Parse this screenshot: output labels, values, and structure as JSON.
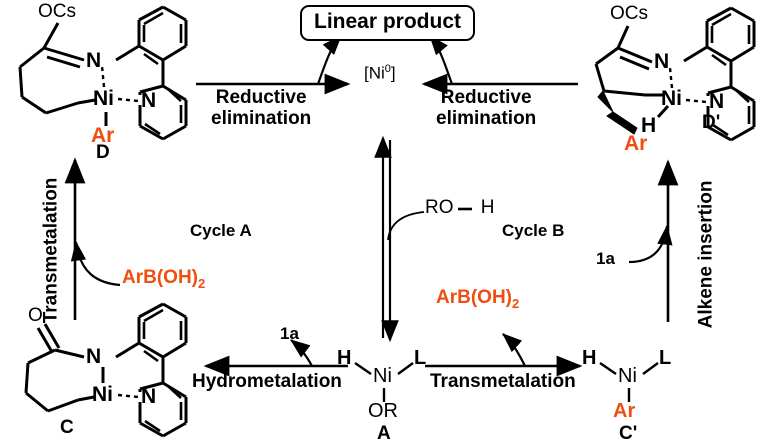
{
  "diagram": {
    "title_box": "Linear product",
    "center_species": "[Ni0]",
    "center_species_display": "[Ni",
    "center_superscript": "0",
    "center_species_tail": "]",
    "cycle_a_label": "Cycle A",
    "cycle_b_label": "Cycle B",
    "colors": {
      "orange": "#f04e10",
      "black": "#000000",
      "background": "#ffffff"
    }
  },
  "steps": [
    {
      "id": "reductive-elimination-left",
      "label_line1": "Reductive",
      "label_line2": "elimination",
      "arrow": "right"
    },
    {
      "id": "reductive-elimination-right",
      "label_line1": "Reductive",
      "label_line2": "elimination",
      "arrow": "left"
    },
    {
      "id": "transmetalation-left",
      "label_line1": "Transmetalation",
      "label_line2": "",
      "arrow": "up"
    },
    {
      "id": "alkene-insertion-right",
      "label_line1": "Alkene insertion",
      "label_line2": "",
      "arrow": "up"
    },
    {
      "id": "hydrometalation-bottom",
      "label_line1": "Hydrometalation",
      "label_line2": "",
      "arrow": "left"
    },
    {
      "id": "transmetalation-bottom",
      "label_line1": "Transmetalation",
      "label_line2": "",
      "arrow": "right"
    }
  ],
  "reagents": [
    {
      "id": "arylboronic-acid-left",
      "text": "ArB(OH)2",
      "base": "ArB(OH)",
      "sub": "2",
      "color": "orange"
    },
    {
      "id": "arylboronic-acid-bottom",
      "text": "ArB(OH)2",
      "base": "ArB(OH)",
      "sub": "2",
      "color": "orange"
    },
    {
      "id": "alkene-1a-bottom",
      "text": "1a",
      "color": "black"
    },
    {
      "id": "alkene-1a-right",
      "text": "1a",
      "color": "black"
    },
    {
      "id": "alcohol-roh",
      "text": "RO H",
      "left": "RO",
      "right": "H",
      "color": "black"
    }
  ],
  "structures": {
    "D": {
      "label": "D",
      "metal": "Ni",
      "substituent": "Ar",
      "substituent_color": "orange",
      "enolate_group": "OCs",
      "ligand_n1": "N",
      "ligand_n2": "N"
    },
    "Dprime": {
      "label": "D'",
      "metal": "Ni",
      "substituent": "Ar",
      "substituent_color": "orange",
      "hydride": "H",
      "enolate_group": "OCs",
      "ligand_n1": "N",
      "ligand_n2": "N"
    },
    "C": {
      "label": "C",
      "metal": "Ni",
      "carbonyl": "O",
      "ligand_n1": "N",
      "ligand_n2": "N"
    },
    "A": {
      "label": "A",
      "metal": "Ni",
      "hydride": "H",
      "ligand": "L",
      "alkoxide": "OR"
    },
    "Cprime": {
      "label": "C'",
      "metal": "Ni",
      "hydride": "H",
      "ligand": "L",
      "substituent": "Ar",
      "substituent_color": "orange"
    }
  }
}
